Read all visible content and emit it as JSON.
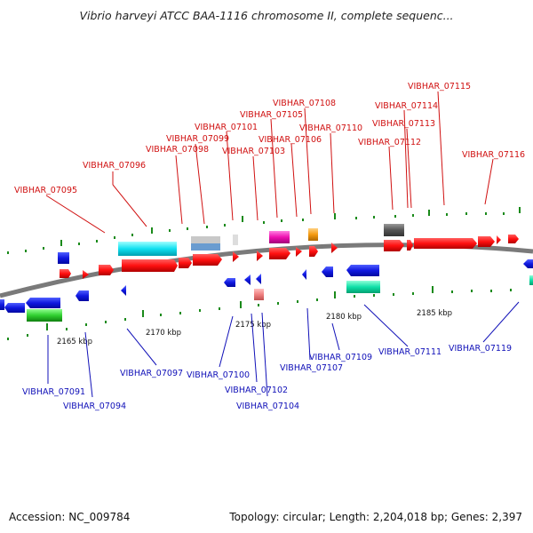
{
  "title": "Vibrio harveyi ATCC BAA-1116 chromosome II, complete sequenc...",
  "footer": {
    "accession": "Accession: NC_009784",
    "summary": "Topology: circular; Length: 2,204,018 bp; Genes: 2,397"
  },
  "scale_labels": [
    "2165 kbp",
    "2170 kbp",
    "2175 kbp",
    "2180 kbp",
    "2185 kbp"
  ],
  "top_labels": [
    "VIBHAR_07095",
    "VIBHAR_07096",
    "VIBHAR_07098",
    "VIBHAR_07099",
    "VIBHAR_07101",
    "VIBHAR_07103",
    "VIBHAR_07105",
    "VIBHAR_07106",
    "VIBHAR_07108",
    "VIBHAR_07110",
    "VIBHAR_07112",
    "VIBHAR_07113",
    "VIBHAR_07114",
    "VIBHAR_07115",
    "VIBHAR_07116"
  ],
  "bottom_labels": [
    "VIBHAR_07091",
    "VIBHAR_07094",
    "VIBHAR_07097",
    "VIBHAR_07100",
    "VIBHAR_07102",
    "VIBHAR_07104",
    "VIBHAR_07107",
    "VIBHAR_07109",
    "VIBHAR_07111",
    "VIBHAR_07119"
  ],
  "colors": {
    "forward": "#ff1010",
    "reverse": "#1018e0",
    "label_top": "#d01010",
    "label_bottom": "#1010b8"
  }
}
